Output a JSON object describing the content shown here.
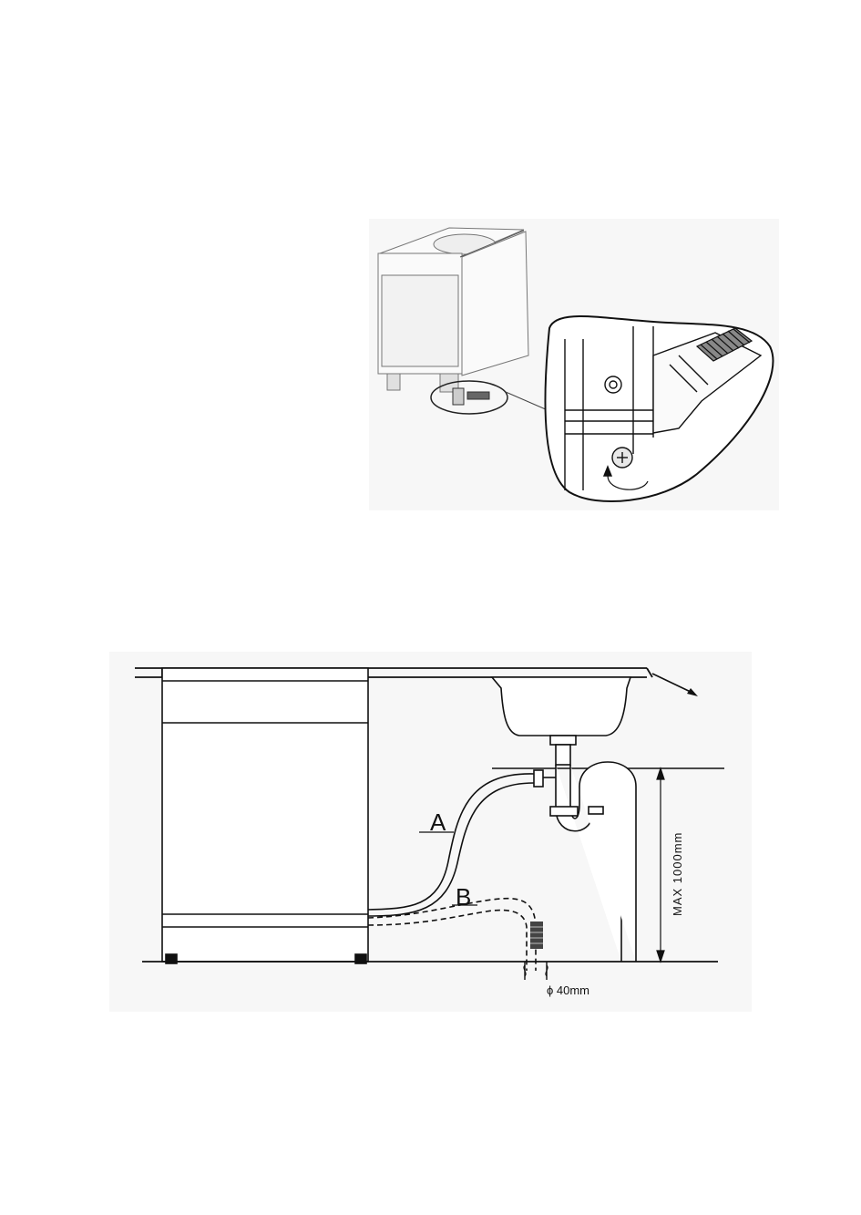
{
  "figure_top": {
    "description_icon": "dishwasher-adjustable-foot-detail"
  },
  "figure_bottom": {
    "label_a": "A",
    "label_b": "B",
    "max_height_label": "MAX 1000mm",
    "diameter_label": "ϕ 40mm"
  }
}
